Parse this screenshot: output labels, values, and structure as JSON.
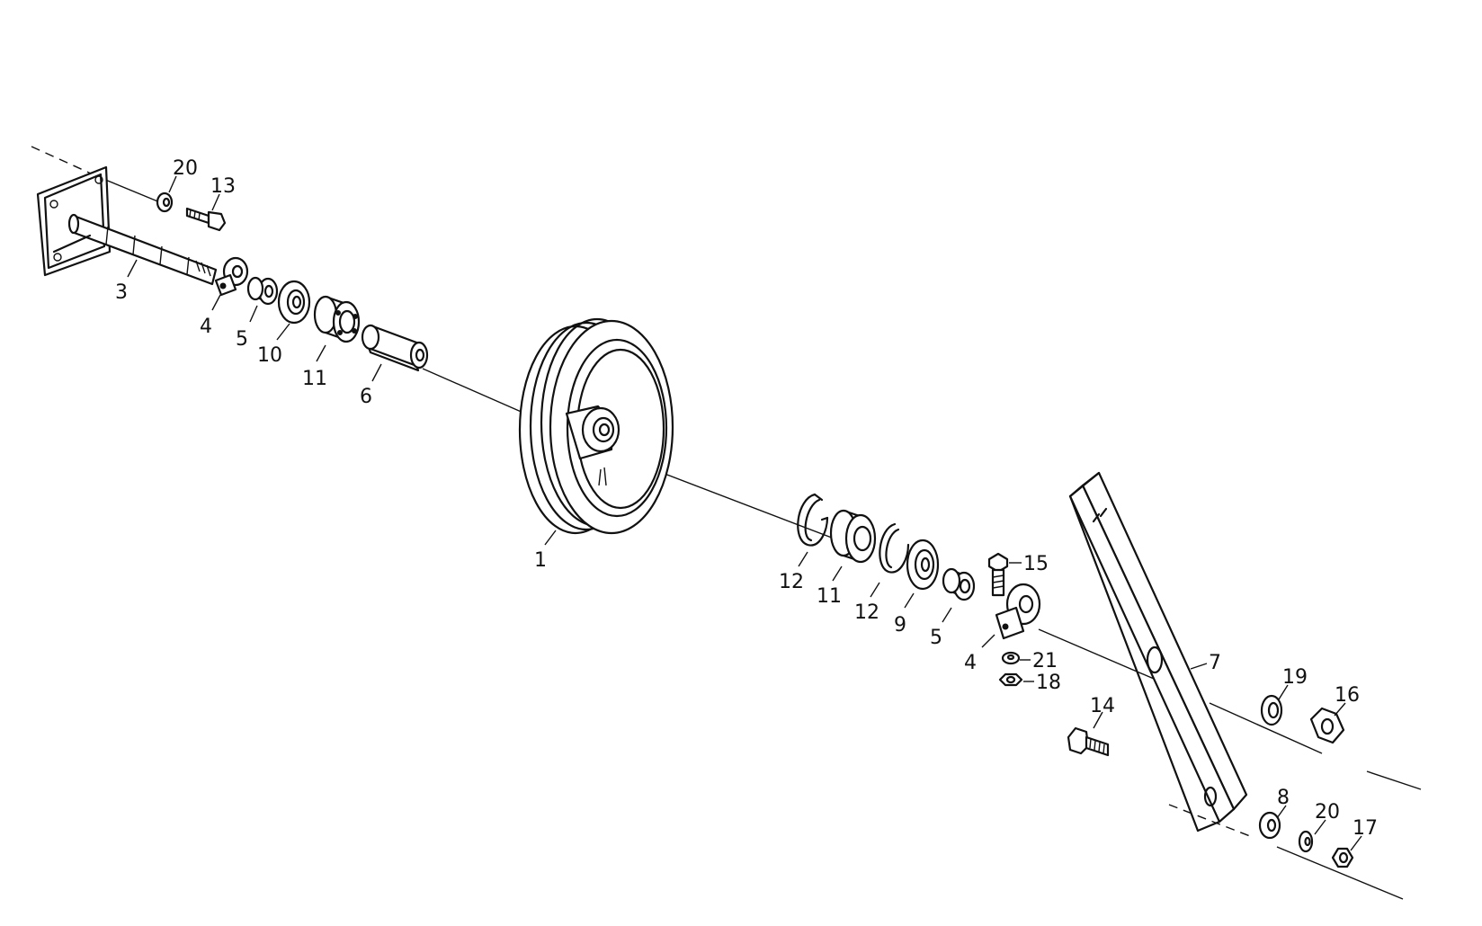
{
  "diagram": {
    "part_labels": [
      {
        "id": "lbl-20a",
        "text": "20"
      },
      {
        "id": "lbl-13",
        "text": "13"
      },
      {
        "id": "lbl-3",
        "text": "3"
      },
      {
        "id": "lbl-4a",
        "text": "4"
      },
      {
        "id": "lbl-5a",
        "text": "5"
      },
      {
        "id": "lbl-10",
        "text": "10"
      },
      {
        "id": "lbl-11a",
        "text": "11"
      },
      {
        "id": "lbl-6",
        "text": "6"
      },
      {
        "id": "lbl-1",
        "text": "1"
      },
      {
        "id": "lbl-12a",
        "text": "12"
      },
      {
        "id": "lbl-11b",
        "text": "11"
      },
      {
        "id": "lbl-12b",
        "text": "12"
      },
      {
        "id": "lbl-9",
        "text": "9"
      },
      {
        "id": "lbl-5b",
        "text": "5"
      },
      {
        "id": "lbl-15",
        "text": "15"
      },
      {
        "id": "lbl-4b",
        "text": "4"
      },
      {
        "id": "lbl-21",
        "text": "21"
      },
      {
        "id": "lbl-18",
        "text": "18"
      },
      {
        "id": "lbl-7",
        "text": "7"
      },
      {
        "id": "lbl-14",
        "text": "14"
      },
      {
        "id": "lbl-19",
        "text": "19"
      },
      {
        "id": "lbl-16",
        "text": "16"
      },
      {
        "id": "lbl-8",
        "text": "8"
      },
      {
        "id": "lbl-20b",
        "text": "20"
      },
      {
        "id": "lbl-17",
        "text": "17"
      }
    ]
  }
}
